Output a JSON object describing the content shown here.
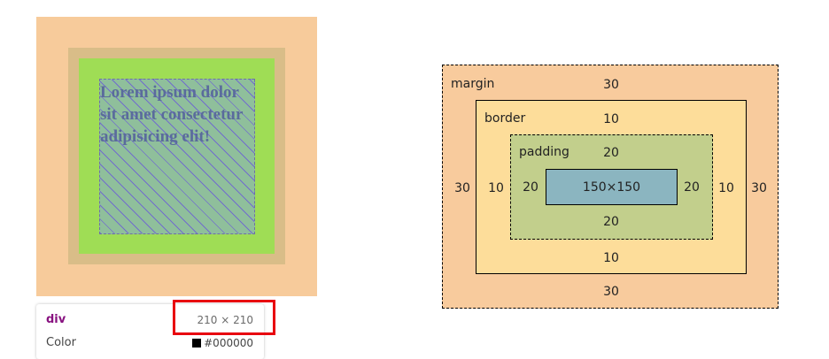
{
  "preview": {
    "text": "Lorem ipsum dolor sit amet consectetur adipisicing elit!"
  },
  "tooltip": {
    "tag": "div",
    "dimensions": "210 × 210",
    "color_label": "Color",
    "color_value": "#000000",
    "color_swatch": "#000000"
  },
  "box_model": {
    "margin": {
      "label": "margin",
      "top": "30",
      "right": "30",
      "bottom": "30",
      "left": "30"
    },
    "border": {
      "label": "border",
      "top": "10",
      "right": "10",
      "bottom": "10",
      "left": "10"
    },
    "padding": {
      "label": "padding",
      "top": "20",
      "right": "20",
      "bottom": "20",
      "left": "20"
    },
    "content": "150×150"
  },
  "colors": {
    "margin": "#f8cb9d",
    "border": "#fddd9a",
    "padding": "#c2cf8c",
    "content": "#8bb5c0",
    "highlight": "#e8000f"
  }
}
